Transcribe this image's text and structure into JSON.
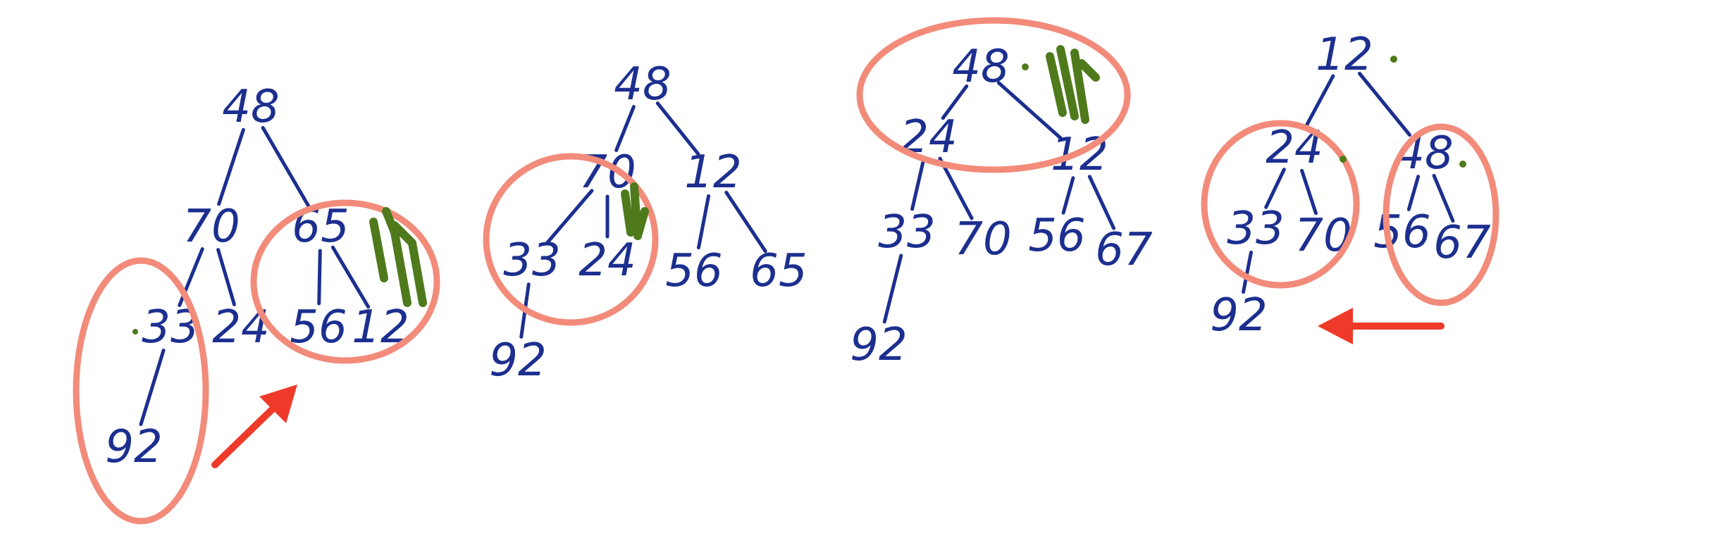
{
  "colors": {
    "node_text": "#1c2f8f",
    "edge": "#1c2f8f",
    "circle": "#f28b7a",
    "arrow": "#ef3a2a",
    "mark": "#4e7a1c"
  },
  "trees": [
    {
      "id": "tree-1",
      "nodes": [
        {
          "id": "a",
          "label": "48"
        },
        {
          "id": "b",
          "label": "70"
        },
        {
          "id": "c",
          "label": "65"
        },
        {
          "id": "d",
          "label": "33"
        },
        {
          "id": "e",
          "label": "24"
        },
        {
          "id": "f",
          "label": "56"
        },
        {
          "id": "g",
          "label": "12"
        },
        {
          "id": "h",
          "label": "92"
        }
      ],
      "edges": [
        [
          "a",
          "b"
        ],
        [
          "a",
          "c"
        ],
        [
          "b",
          "d"
        ],
        [
          "b",
          "e"
        ],
        [
          "c",
          "f"
        ],
        [
          "c",
          "g"
        ],
        [
          "d",
          "h"
        ]
      ]
    },
    {
      "id": "tree-2",
      "nodes": [
        {
          "id": "a",
          "label": "48"
        },
        {
          "id": "b",
          "label": "70"
        },
        {
          "id": "c",
          "label": "12"
        },
        {
          "id": "d",
          "label": "33"
        },
        {
          "id": "e",
          "label": "24"
        },
        {
          "id": "f",
          "label": "56"
        },
        {
          "id": "g",
          "label": "65"
        },
        {
          "id": "h",
          "label": "92"
        }
      ],
      "edges": [
        [
          "a",
          "b"
        ],
        [
          "a",
          "c"
        ],
        [
          "b",
          "d"
        ],
        [
          "b",
          "e"
        ],
        [
          "c",
          "f"
        ],
        [
          "c",
          "g"
        ],
        [
          "d",
          "h"
        ]
      ]
    },
    {
      "id": "tree-3",
      "nodes": [
        {
          "id": "a",
          "label": "48"
        },
        {
          "id": "b",
          "label": "24"
        },
        {
          "id": "c",
          "label": "12"
        },
        {
          "id": "d",
          "label": "33"
        },
        {
          "id": "e",
          "label": "70"
        },
        {
          "id": "f",
          "label": "56"
        },
        {
          "id": "g",
          "label": "67"
        },
        {
          "id": "h",
          "label": "92"
        }
      ],
      "edges": [
        [
          "a",
          "b"
        ],
        [
          "a",
          "c"
        ],
        [
          "b",
          "d"
        ],
        [
          "b",
          "e"
        ],
        [
          "c",
          "f"
        ],
        [
          "c",
          "g"
        ],
        [
          "d",
          "h"
        ]
      ]
    },
    {
      "id": "tree-4",
      "nodes": [
        {
          "id": "a",
          "label": "12"
        },
        {
          "id": "b",
          "label": "24"
        },
        {
          "id": "c",
          "label": "48"
        },
        {
          "id": "d",
          "label": "33"
        },
        {
          "id": "e",
          "label": "70"
        },
        {
          "id": "f",
          "label": "56"
        },
        {
          "id": "g",
          "label": "67"
        },
        {
          "id": "h",
          "label": "92"
        }
      ],
      "edges": [
        [
          "a",
          "b"
        ],
        [
          "a",
          "c"
        ],
        [
          "b",
          "d"
        ],
        [
          "b",
          "e"
        ],
        [
          "c",
          "f"
        ],
        [
          "c",
          "g"
        ],
        [
          "d",
          "h"
        ]
      ]
    }
  ]
}
